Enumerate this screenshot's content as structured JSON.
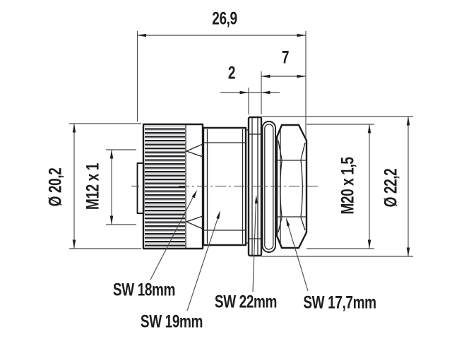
{
  "drawing": {
    "kind": "connector-dimension-drawing",
    "dimensions": {
      "overall_length": "26,9",
      "rear_thread_length": "7",
      "flange_thickness": "2",
      "coupling_nut_diameter": "Ø 20,2",
      "front_thread": "M12 x 1",
      "rear_thread": "M20 x 1,5",
      "flange_diameter": "Ø 22,2"
    },
    "wrench_sizes": {
      "coupling_nut": "SW 18mm",
      "hex_body": "SW 19mm",
      "flange": "SW 22mm",
      "rear_hex": "SW 17,7mm"
    },
    "colors": {
      "outline": "#1c1c1c",
      "dimension_lines": "#4b4b4b",
      "text": "#1d1d1d",
      "background": "#ffffff"
    }
  }
}
